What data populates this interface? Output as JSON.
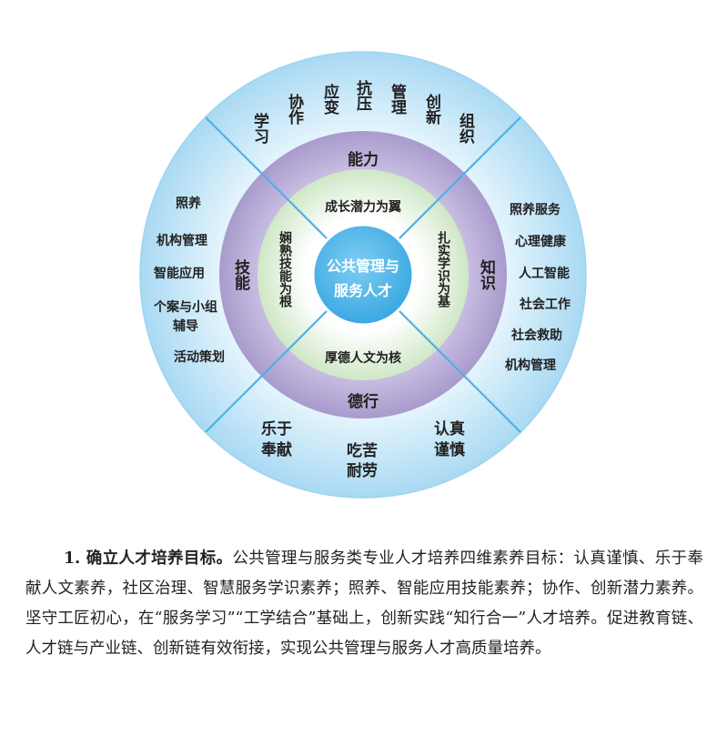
{
  "diagram": {
    "center": {
      "line1": "公共管理与",
      "line2": "服务人才"
    },
    "inner": {
      "top": "成长潜力为翼",
      "bottom": "厚德人文为核",
      "left": "娴熟技能为根",
      "right": "扎实学识为基"
    },
    "middle": {
      "top": "能力",
      "bottom": "德行",
      "left": "技能",
      "right": "知识"
    },
    "outer": {
      "top": [
        "学习",
        "协作",
        "应变",
        "抗压",
        "管理",
        "创新",
        "组织"
      ],
      "left": [
        "照养",
        "机构管理",
        "智能应用",
        "个案与小组",
        "辅导",
        "活动策划"
      ],
      "right": [
        "照养服务",
        "心理健康",
        "人工智能",
        "社会工作",
        "社会救助",
        "机构管理"
      ],
      "bottom": [
        "乐于",
        "奉献",
        "吃苦",
        "耐劳",
        "认真",
        "谨慎"
      ]
    },
    "colors": {
      "outer_ring": "#bfe3f6",
      "middle_ring": "#b4a8d2",
      "inner_ring": "#e6f2e0",
      "center": "#52b6ea",
      "divider": "#4fb0e6"
    }
  },
  "paragraph": {
    "lead": "1. 确立人才培养目标。",
    "body": "公共管理与服务类专业人才培养四维素养目标：认真谨慎、乐于奉献人文素养，社区治理、智慧服务学识素养；照养、智能应用技能素养；协作、创新潜力素养。坚守工匠初心，在“服务学习”“工学结合”基础上，创新实践“知行合一”人才培养。促进教育链、人才链与产业链、创新链有效衔接，实现公共管理与服务人才高质量培养。"
  }
}
